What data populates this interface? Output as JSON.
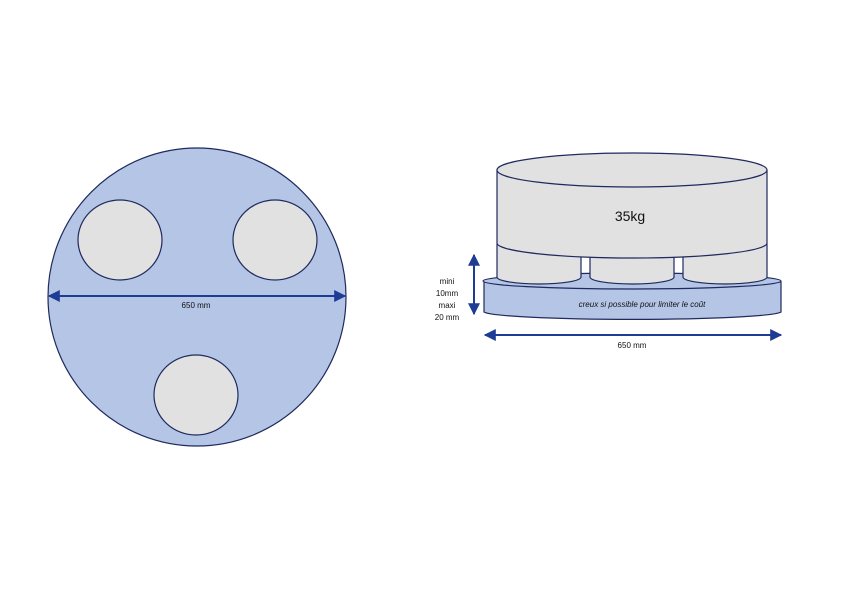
{
  "top_view": {
    "dimension_label": "650 mm"
  },
  "side_view": {
    "weight_label": "35kg",
    "base_note": "creux si possible pour limiter le coût",
    "dimension_label": "650 mm",
    "thickness": {
      "line1": "mini",
      "line2": "10mm",
      "line3": "maxi",
      "line4": "20 mm"
    }
  },
  "colors": {
    "blue_fill": "#b4c5e6",
    "grey_fill": "#e1e1e1",
    "outline": "#1f2a5e",
    "arrow": "#1f3c94"
  }
}
